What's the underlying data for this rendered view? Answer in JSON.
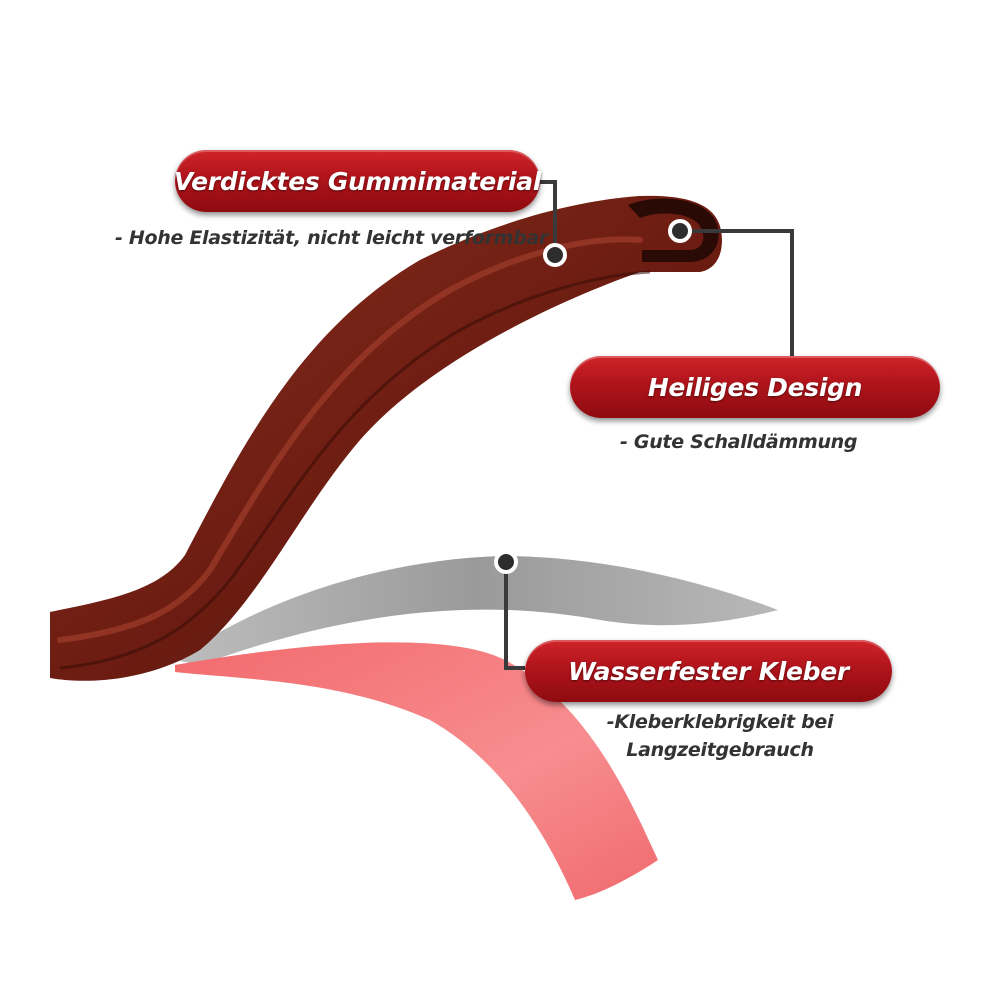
{
  "colors": {
    "rubber": "#6e1d12",
    "rubber_highlight": "#9a3a28",
    "label_red": "#b0141b",
    "leader_line": "#3a3a3a",
    "adhesive_film": "#f4777a",
    "backing_liner": "#a9a9a9",
    "caption_text": "#333333"
  },
  "callouts": {
    "material": {
      "title": "Verdicktes Gummimaterial",
      "description": "- Hohe Elastizität, nicht leicht verformbar"
    },
    "design": {
      "title": "Heiliges Design",
      "description": "- Gute Schalldämmung"
    },
    "adhesive": {
      "title": "Wasserfester Kleber",
      "description_line1": "-Kleberklebrigkeit bei",
      "description_line2": "Langzeitgebrauch"
    }
  }
}
